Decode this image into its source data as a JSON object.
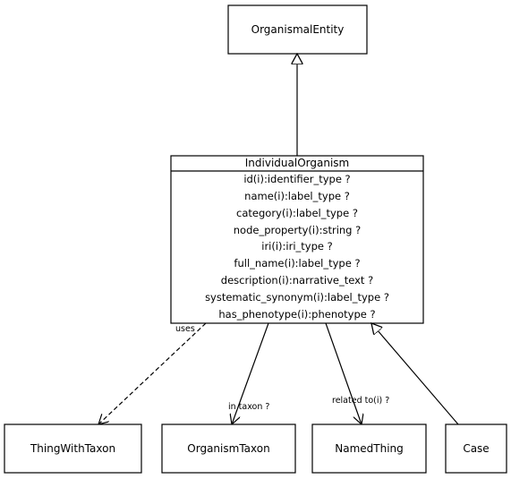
{
  "classes": {
    "organismal_entity": "OrganismalEntity",
    "individual_organism": "IndividualOrganism",
    "thing_with_taxon": "ThingWithTaxon",
    "organism_taxon": "OrganismTaxon",
    "named_thing": "NamedThing",
    "case": "Case"
  },
  "attributes": [
    "id(i):identifier_type ?",
    "name(i):label_type ?",
    "category(i):label_type ?",
    "node_property(i):string ?",
    "iri(i):iri_type ?",
    "full_name(i):label_type ?",
    "description(i):narrative_text ?",
    "systematic_synonym(i):label_type ?",
    "has_phenotype(i):phenotype ?"
  ],
  "edges": {
    "uses": "uses",
    "in_taxon": "in taxon ?",
    "related_to": "related to(i) ?"
  }
}
